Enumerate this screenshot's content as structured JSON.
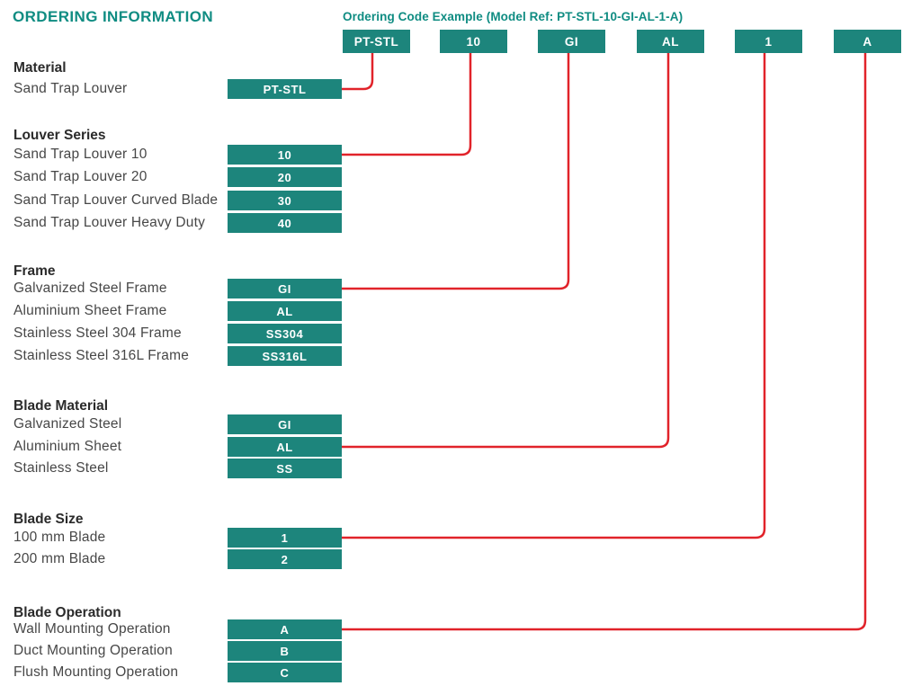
{
  "page": {
    "title": "ORDERING INFORMATION",
    "code_example_title": "Ordering Code Example (Model Ref: PT-STL-10-GI-AL-1-A)"
  },
  "colors": {
    "teal_accent": "#0f8c82",
    "box_teal": "#1d857c",
    "connector_red": "#e1232a",
    "heading_text": "#2b2b2b",
    "label_text": "#474747"
  },
  "code_boxes": [
    "PT-STL",
    "10",
    "GI",
    "AL",
    "1",
    "A"
  ],
  "sections": [
    {
      "heading": "Material",
      "rows": [
        {
          "label": "Sand Trap Louver",
          "code": "PT-STL",
          "connects_to": 0
        }
      ]
    },
    {
      "heading": "Louver Series",
      "rows": [
        {
          "label": "Sand Trap Louver 10",
          "code": "10",
          "connects_to": 1
        },
        {
          "label": "Sand Trap Louver 20",
          "code": "20"
        },
        {
          "label": "Sand Trap Louver Curved Blade",
          "code": "30"
        },
        {
          "label": "Sand Trap Louver Heavy Duty",
          "code": "40"
        }
      ]
    },
    {
      "heading": "Frame",
      "rows": [
        {
          "label": "Galvanized Steel Frame",
          "code": "GI",
          "connects_to": 2
        },
        {
          "label": "Aluminium Sheet Frame",
          "code": "AL"
        },
        {
          "label": "Stainless Steel 304 Frame",
          "code": "SS304"
        },
        {
          "label": "Stainless Steel 316L Frame",
          "code": "SS316L"
        }
      ]
    },
    {
      "heading": "Blade Material",
      "rows": [
        {
          "label": "Galvanized Steel",
          "code": "GI"
        },
        {
          "label": "Aluminium Sheet",
          "code": "AL",
          "connects_to": 3
        },
        {
          "label": "Stainless Steel",
          "code": "SS"
        }
      ]
    },
    {
      "heading": "Blade Size",
      "rows": [
        {
          "label": "100 mm Blade",
          "code": "1",
          "connects_to": 4
        },
        {
          "label": "200 mm Blade",
          "code": "2"
        }
      ]
    },
    {
      "heading": "Blade Operation",
      "rows": [
        {
          "label": "Wall Mounting Operation",
          "code": "A",
          "connects_to": 5
        },
        {
          "label": "Duct Mounting Operation",
          "code": "B"
        },
        {
          "label": "Flush Mounting Operation",
          "code": "C"
        }
      ]
    }
  ]
}
